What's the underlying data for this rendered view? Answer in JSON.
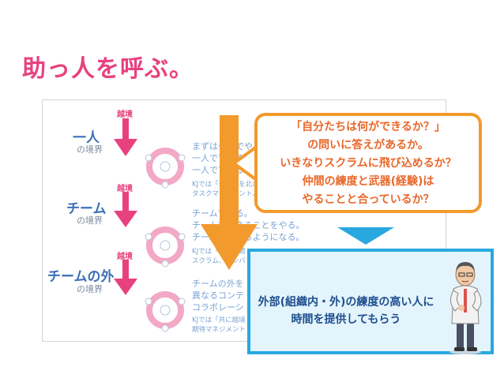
{
  "title": "助っ人を呼ぶ。",
  "slide": {
    "levels": [
      {
        "label": "一人",
        "sub": "の境界",
        "tag": "越境"
      },
      {
        "label": "チーム",
        "sub": "の境界",
        "tag": "越境"
      },
      {
        "label": "チームの外",
        "sub": "の境界",
        "tag": "越境"
      }
    ],
    "texts": [
      {
        "lines": [
          "まずは一人でやる",
          "一人でできることを",
          "一人でできるように"
        ],
        "kj": "KJでは「一人」を北の空",
        "kj2": "タスクマネジメント、ソ"
      },
      {
        "lines": [
          "チームでやる。",
          "チームでできることをやる。",
          "チームでできるようになる。"
        ],
        "kj": "KJでは「チーム開",
        "kj2": "スクラム、カンバン"
      },
      {
        "lines": [
          "チームの外を",
          "異なるコンテ",
          "コラボレーシ"
        ],
        "kj": "KJでは「共に越境",
        "kj2": "期待マネジメント"
      }
    ]
  },
  "callout": {
    "lines": [
      "「自分たちは何ができるか？」",
      "の問いに答えがあるか。",
      "いきなりスクラムに飛び込めるか？",
      "仲間の練度と武器(経験)は",
      "やることと合っているか？"
    ]
  },
  "blue_box": {
    "lines": [
      "外部(組織内・外)の練度の高い人に",
      "時間を提供してもらう"
    ]
  },
  "colors": {
    "title": "#e8417e",
    "orange": "#f29a2b",
    "blue": "#29a8e0",
    "pink": "#e8417e",
    "level_blue": "#3b6fb6"
  }
}
